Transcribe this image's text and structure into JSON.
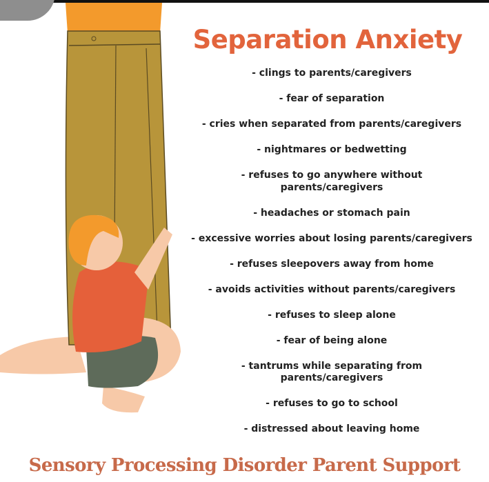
{
  "title": "Separation Anxiety",
  "symptoms": [
    "- clings to parents/caregivers",
    "- fear of separation",
    "- cries when separated from parents/caregivers",
    "- nightmares or bedwetting",
    "- refuses to go anywhere without parents/caregivers",
    "- headaches or stomach pain",
    "- excessive worries about losing parents/caregivers",
    "- refuses sleepovers away from home",
    "- avoids activities without parents/caregivers",
    "- refuses to sleep alone",
    "- fear of being alone",
    "- tantrums while separating from parents/caregivers",
    "- refuses to go to school",
    "- distressed about leaving home"
  ],
  "footer": "Sensory Processing Disorder Parent Support",
  "colors": {
    "title": "#e2643c",
    "footer": "#c76a4a",
    "pants": "#b8953a",
    "shirt": "#f39a2c",
    "child_shirt": "#e5603a",
    "shorts": "#5e6b5a",
    "skin": "#f7c9a8"
  }
}
